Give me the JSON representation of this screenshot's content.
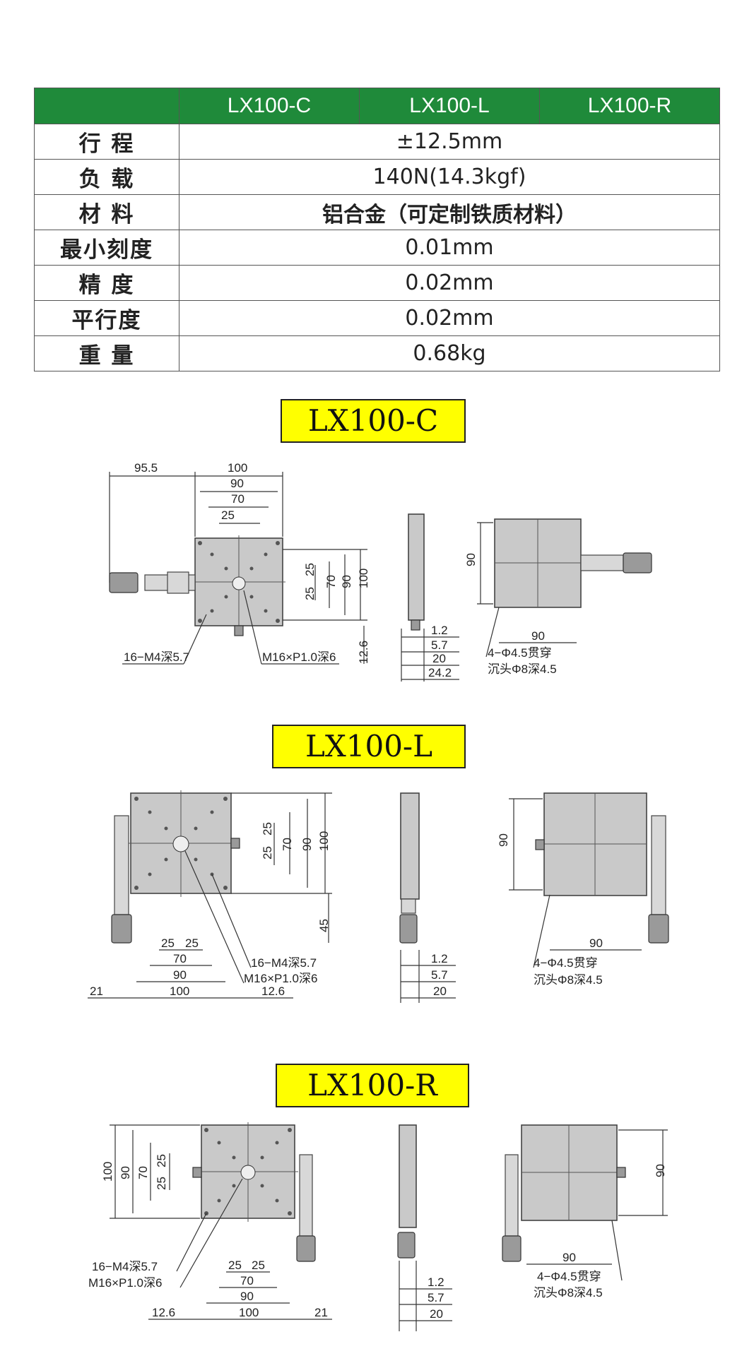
{
  "spec_table": {
    "headers": [
      "LX100-C",
      "LX100-L",
      "LX100-R"
    ],
    "rows": [
      {
        "label": "行 程",
        "value": "±12.5mm"
      },
      {
        "label": "负 载",
        "value": "140N(14.3kgf)"
      },
      {
        "label": "材 料",
        "value": "铝合金（可定制铁质材料）"
      },
      {
        "label": "最小刻度",
        "value": "0.01mm"
      },
      {
        "label": "精 度",
        "value": "0.02mm"
      },
      {
        "label": "平行度",
        "value": "0.02mm"
      },
      {
        "label": "重 量",
        "value": "0.68kg"
      }
    ],
    "header_color": "#1f8a3a"
  },
  "sections": {
    "c": {
      "title": "LX100-C",
      "dims": {
        "d95_5": "95.5",
        "d100": "100",
        "d90": "90",
        "d70": "70",
        "d25": "25",
        "v25a": "25",
        "v25b": "25",
        "v70": "70",
        "v90": "90",
        "v100": "100",
        "h12_6": "12.6",
        "side_1_2": "1.2",
        "side_5_7": "5.7",
        "side_20": "20",
        "side_24_2": "24.2",
        "right_90v": "90",
        "right_90h": "90"
      },
      "notes": {
        "tap": "16−M4深5.7",
        "thread": "M16×P1.0深6",
        "thru": "4−Φ4.5贯穿",
        "counter": "沉头Φ8深4.5"
      }
    },
    "l": {
      "title": "LX100-L",
      "dims": {
        "v25a": "25",
        "v25b": "25",
        "v70": "70",
        "v90": "90",
        "v100": "100",
        "v45": "45",
        "h25a": "25",
        "h25b": "25",
        "h70": "70",
        "h90": "90",
        "h100": "100",
        "h21": "21",
        "h12_6": "12.6",
        "side_1_2": "1.2",
        "side_5_7": "5.7",
        "side_20": "20",
        "right_90v": "90",
        "right_90h": "90"
      },
      "notes": {
        "tap": "16−M4深5.7",
        "thread": "M16×P1.0深6",
        "thru": "4−Φ4.5贯穿",
        "counter": "沉头Φ8深4.5"
      }
    },
    "r": {
      "title": "LX100-R",
      "dims": {
        "v100": "100",
        "v90": "90",
        "v70": "70",
        "v25a": "25",
        "v25b": "25",
        "h25a": "25",
        "h25b": "25",
        "h70": "70",
        "h90": "90",
        "h100": "100",
        "h12_6": "12.6",
        "h21": "21",
        "side_1_2": "1.2",
        "side_5_7": "5.7",
        "side_20": "20",
        "right_90v": "90",
        "right_90h": "90"
      },
      "notes": {
        "tap": "16−M4深5.7",
        "thread": "M16×P1.0深6",
        "thru": "4−Φ4.5贯穿",
        "counter": "沉头Φ8深4.5"
      }
    }
  },
  "label_color": "#ffff00"
}
